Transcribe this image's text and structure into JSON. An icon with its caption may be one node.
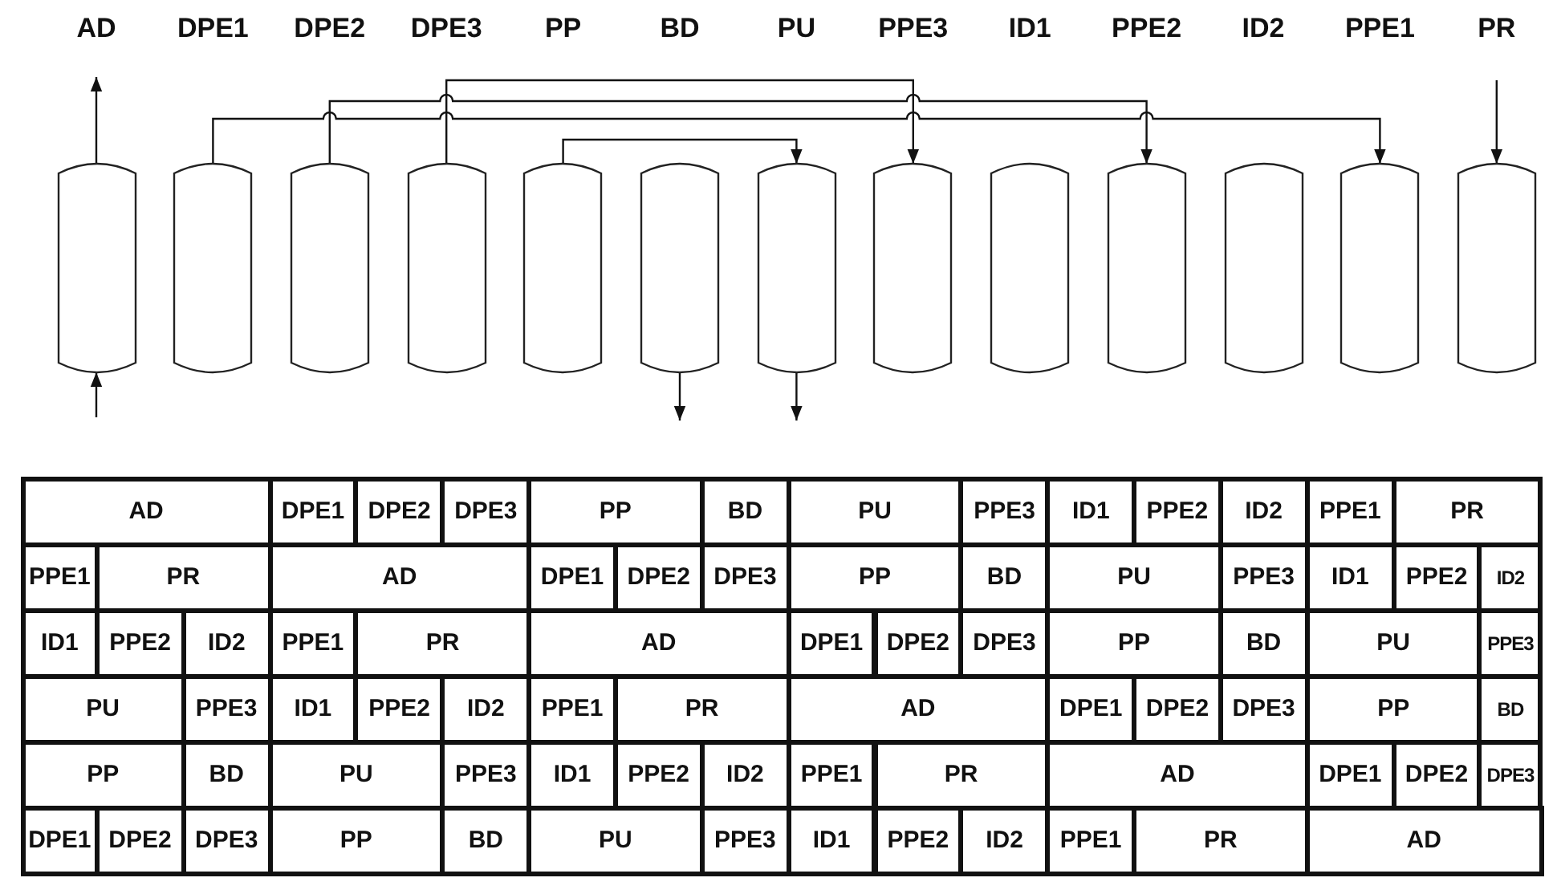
{
  "diagram": {
    "nodes": [
      {
        "text": [
          "AD"
        ]
      },
      {
        "text": [
          "DPE1"
        ]
      },
      {
        "text": [
          "DPE2"
        ]
      },
      {
        "text": [
          "DPE3"
        ]
      },
      {
        "text": [
          "PP"
        ]
      },
      {
        "text": [
          "BD"
        ]
      },
      {
        "text": [
          "PU"
        ]
      },
      {
        "text": [
          "PPE3"
        ]
      },
      {
        "text": [
          "ID1"
        ]
      },
      {
        "text": [
          "PPE2"
        ]
      },
      {
        "text": [
          "ID2"
        ]
      },
      {
        "text": [
          "PPE1"
        ]
      },
      {
        "text": [
          "PR"
        ]
      }
    ],
    "edges": [
      {
        "from": 0,
        "to": null,
        "arrow": "to"
      },
      {
        "from": null,
        "to": 0,
        "arrow": "to"
      },
      {
        "from": 1,
        "to": 11,
        "arrow": "to"
      },
      {
        "from": 2,
        "to": 9,
        "arrow": "to"
      },
      {
        "from": 3,
        "to": 7,
        "arrow": "to"
      },
      {
        "from": 4,
        "to": 6,
        "arrow": "to"
      },
      {
        "from": 5,
        "to": null,
        "arrow": "to"
      },
      {
        "from": 6,
        "to": null,
        "arrow": "to"
      },
      {
        "from": null,
        "to": 12,
        "arrow": "to"
      }
    ],
    "labels": [
      "AD",
      "DPE1",
      "DPE2",
      "DPE3",
      "PP",
      "BD",
      "PU",
      "PPE3",
      "ID1",
      "PPE2",
      "ID2",
      "PPE1",
      "PR",
      "PPE1",
      "PR",
      "AD",
      "DPE1",
      "DPE2",
      "DPE3",
      "PP",
      "BD",
      "PU",
      "PPE3",
      "ID1",
      "PPE2",
      "ID2",
      "ID1",
      "PPE2",
      "ID2",
      "PPE1",
      "PR",
      "AD",
      "DPE1",
      "DPE2",
      "DPE3",
      "PP",
      "BD",
      "PU",
      "PPE3",
      "PU",
      "PPE3",
      "ID1",
      "PPE2",
      "ID2",
      "PPE1",
      "PR",
      "AD",
      "DPE1",
      "DPE2",
      "DPE3",
      "PP",
      "BD",
      "PP",
      "BD",
      "PU",
      "PPE3",
      "ID1",
      "PPE2",
      "ID2",
      "PPE1",
      "PR",
      "AD",
      "DPE1",
      "DPE2",
      "DPE3",
      "DPE1",
      "DPE2",
      "DPE3",
      "PP",
      "BD",
      "PU",
      "PPE3",
      "ID1",
      "PPE2",
      "ID2",
      "PPE1",
      "PR",
      "AD"
    ]
  }
}
